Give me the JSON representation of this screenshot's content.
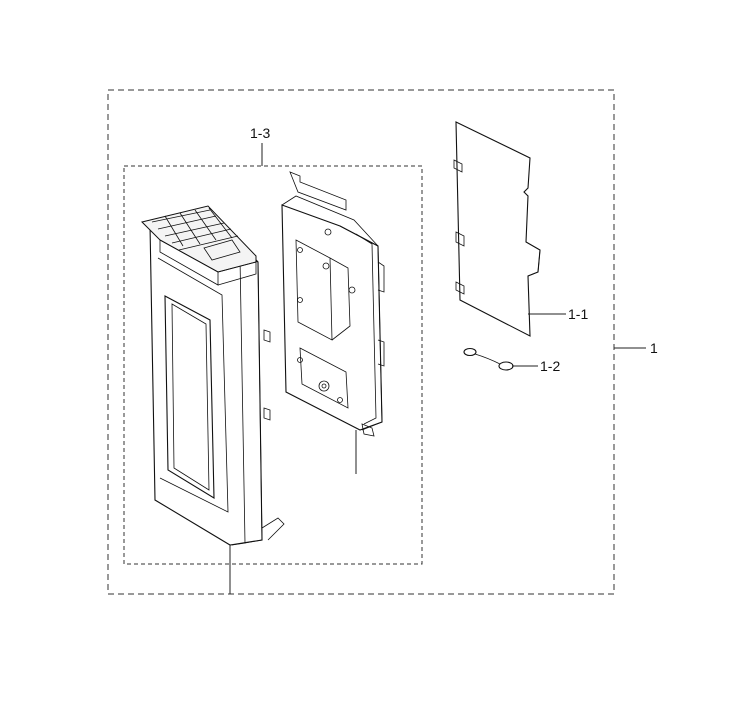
{
  "callouts": {
    "assembly": "1",
    "choke_cover": "1-1",
    "screw": "1-2",
    "door_assembly": "1-3"
  }
}
